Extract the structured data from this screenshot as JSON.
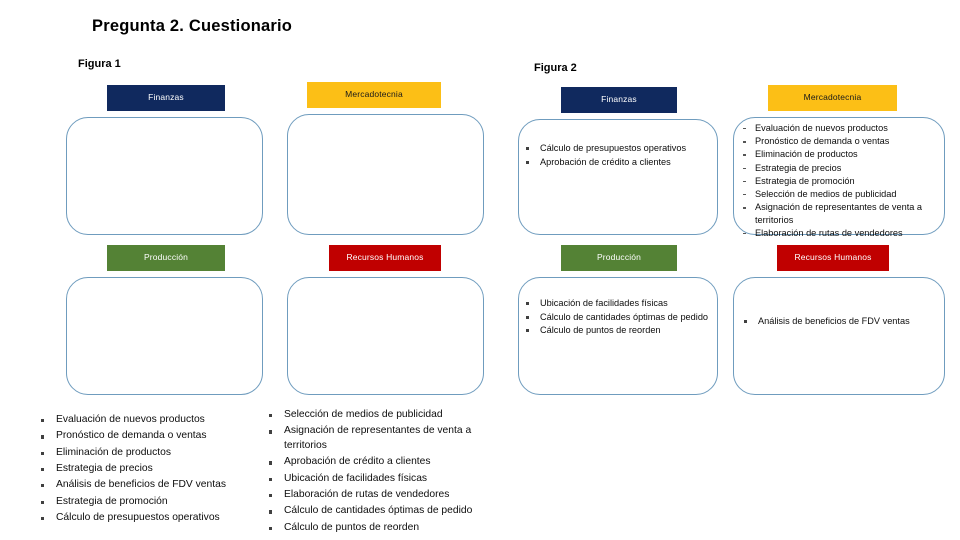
{
  "page_title": "Pregunta 2. Cuestionario",
  "figures": {
    "figura1": {
      "label": "Figura 1",
      "boxes": [
        {
          "header": "Finanzas",
          "color": "#10295e",
          "items": []
        },
        {
          "header": "Mercadotecnia",
          "color": "#fcbf16",
          "items": []
        },
        {
          "header": "Producción",
          "color": "#548235",
          "items": []
        },
        {
          "header": "Recursos Humanos",
          "color": "#c00000",
          "items": []
        }
      ]
    },
    "figura2": {
      "label": "Figura 2",
      "boxes": [
        {
          "header": "Finanzas",
          "color": "#10295e",
          "items": [
            "Cálculo de presupuestos operativos",
            "Aprobación de crédito a clientes"
          ]
        },
        {
          "header": "Mercadotecnia",
          "color": "#fcbf16",
          "items": [
            "Evaluación de nuevos productos",
            "Pronóstico de demanda o ventas",
            "Eliminación de productos",
            "Estrategia de precios",
            "Estrategia de promoción",
            "Selección de medios de publicidad",
            "Asignación de representantes de venta a territorios",
            "Elaboración de rutas de vendedores"
          ]
        },
        {
          "header": "Producción",
          "color": "#548235",
          "items": [
            "Ubicación de facilidades físicas",
            "Cálculo de cantidades óptimas de pedido",
            "Cálculo de puntos de reorden"
          ]
        },
        {
          "header": "Recursos Humanos",
          "color": "#c00000",
          "items": [
            "Análisis de beneficios de FDV ventas"
          ]
        }
      ]
    }
  },
  "answer_columns": [
    {
      "items": [
        "Evaluación de nuevos productos",
        "Pronóstico de demanda o ventas",
        "Eliminación de productos",
        "Estrategia de precios",
        "Análisis de beneficios de FDV ventas",
        "Estrategia de promoción",
        "Cálculo de presupuestos operativos"
      ]
    },
    {
      "items": [
        "Selección de medios de publicidad",
        "Asignación de representantes de venta a territorios",
        "Aprobación de crédito a clientes",
        "Ubicación de facilidades físicas",
        "Elaboración de rutas de vendedores",
        "Cálculo de cantidades óptimas de pedido",
        "Cálculo de puntos de reorden"
      ]
    }
  ],
  "colors": {
    "finanzas": "#10295e",
    "mercadotecnia": "#fcbf16",
    "produccion": "#548235",
    "recursos_humanos": "#c00000",
    "box_border": "#6f9cbe",
    "background": "#ffffff"
  }
}
